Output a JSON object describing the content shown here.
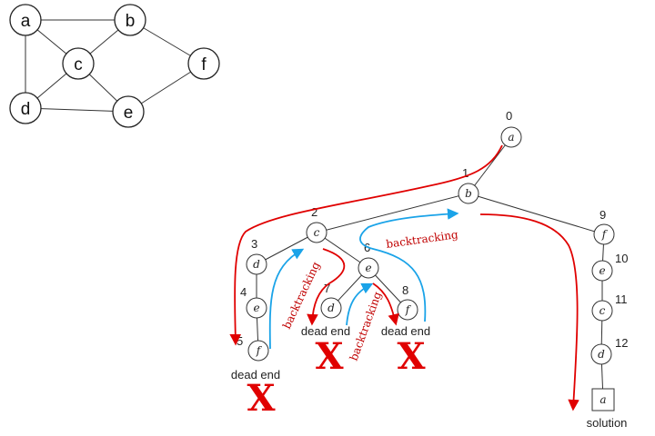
{
  "graph": {
    "nodes": [
      {
        "id": "a",
        "label": "a"
      },
      {
        "id": "b",
        "label": "b"
      },
      {
        "id": "c",
        "label": "c"
      },
      {
        "id": "d",
        "label": "d"
      },
      {
        "id": "e",
        "label": "e"
      },
      {
        "id": "f",
        "label": "f"
      }
    ],
    "edges": [
      [
        "a",
        "b"
      ],
      [
        "a",
        "c"
      ],
      [
        "a",
        "d"
      ],
      [
        "b",
        "c"
      ],
      [
        "b",
        "f"
      ],
      [
        "c",
        "d"
      ],
      [
        "c",
        "e"
      ],
      [
        "d",
        "e"
      ],
      [
        "e",
        "f"
      ]
    ]
  },
  "tree": {
    "nodes": [
      {
        "label": "a",
        "num": "0"
      },
      {
        "label": "b",
        "num": "1"
      },
      {
        "label": "c",
        "num": "2"
      },
      {
        "label": "d",
        "num": "3"
      },
      {
        "label": "e",
        "num": "4"
      },
      {
        "label": "f",
        "num": "5"
      },
      {
        "label": "e",
        "num": "6"
      },
      {
        "label": "d",
        "num": "7"
      },
      {
        "label": "f",
        "num": "8"
      },
      {
        "label": "f",
        "num": "9"
      },
      {
        "label": "e",
        "num": "10"
      },
      {
        "label": "c",
        "num": "11"
      },
      {
        "label": "d",
        "num": "12"
      },
      {
        "label": "a",
        "num": ""
      }
    ],
    "edges": [
      [
        0,
        1
      ],
      [
        1,
        2
      ],
      [
        1,
        9
      ],
      [
        2,
        3
      ],
      [
        2,
        6
      ],
      [
        3,
        4
      ],
      [
        4,
        5
      ],
      [
        6,
        7
      ],
      [
        6,
        8
      ],
      [
        9,
        10
      ],
      [
        10,
        11
      ],
      [
        11,
        12
      ],
      [
        12,
        13
      ]
    ]
  },
  "annotations": {
    "dead_end": "dead end",
    "solution": "solution",
    "backtracking": "backtracking",
    "x": "X"
  },
  "colors": {
    "forward": "#e00000",
    "backtrack": "#1aa3e8",
    "backtrack_text": "#c00000"
  }
}
